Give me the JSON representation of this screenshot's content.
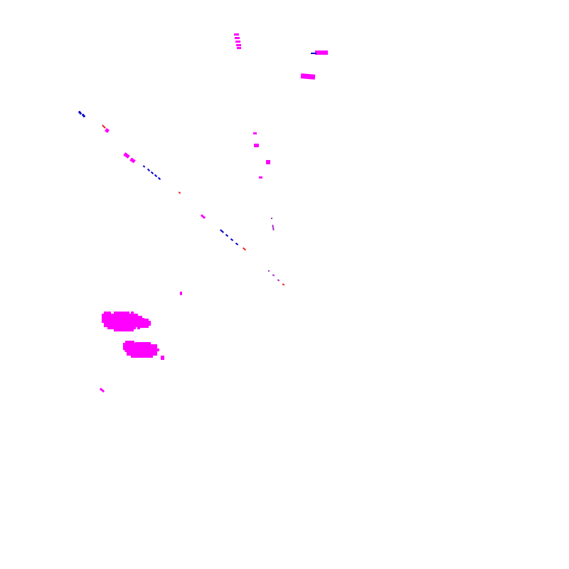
{
  "background": "#ffffff",
  "colors": {
    "magenta": "#ff00ff",
    "blue": "#0000cc",
    "red": "#ee2222",
    "purple": "#aa33cc"
  },
  "regions": [
    {
      "name": "large-magenta-blob-upper",
      "color": "magenta"
    },
    {
      "name": "large-magenta-blob-lower",
      "color": "magenta"
    },
    {
      "name": "magenta-cluster-top-right",
      "color": "magenta"
    },
    {
      "name": "blue-dashes-diagonal",
      "color": "blue"
    },
    {
      "name": "red-marks",
      "color": "red"
    },
    {
      "name": "scattered-fragments",
      "color": "purple"
    }
  ]
}
